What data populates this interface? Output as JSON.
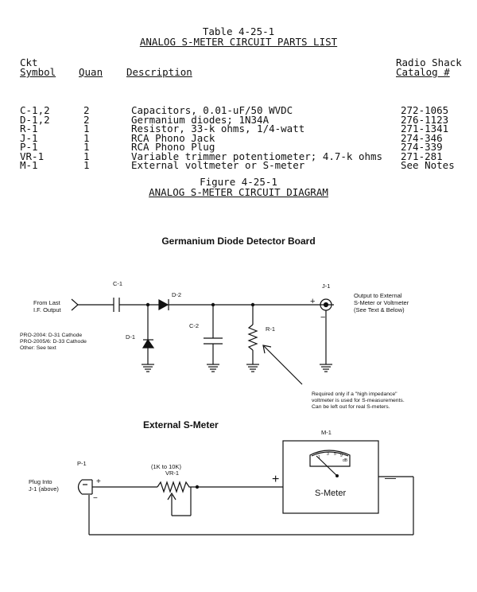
{
  "table": {
    "number": "Table 4-25-1",
    "title": "ANALOG S-METER CIRCUIT PARTS LIST",
    "headers": {
      "ckt_line1": "Ckt",
      "ckt_line2": "Symbol",
      "quan": "Quan",
      "description": "Description",
      "catalog_line1": "Radio Shack",
      "catalog_line2": "Catalog #"
    },
    "rows": [
      {
        "symbol": "C-1,2",
        "quan": "2",
        "description": "Capacitors, 0.01-uF/50 WVDC",
        "catalog": "272-1065"
      },
      {
        "symbol": "D-1,2",
        "quan": "2",
        "description": "Germanium diodes; 1N34A",
        "catalog": "276-1123"
      },
      {
        "symbol": "R-1",
        "quan": "1",
        "description": "Resistor, 33-k ohms, 1/4-watt",
        "catalog": "271-1341"
      },
      {
        "symbol": "J-1",
        "quan": "1",
        "description": "RCA Phono Jack",
        "catalog": "274-346"
      },
      {
        "symbol": "P-1",
        "quan": "1",
        "description": "RCA Phono Plug",
        "catalog": "274-339"
      },
      {
        "symbol": "VR-1",
        "quan": "1",
        "description": "Variable trimmer potentiometer; 4.7-k ohms",
        "catalog": "271-281"
      },
      {
        "symbol": "M-1",
        "quan": "1",
        "description": "External voltmeter or S-meter",
        "catalog": "See Notes"
      }
    ]
  },
  "figure": {
    "number": "Figure 4-25-1",
    "title": "ANALOG S-METER CIRCUIT DIAGRAM"
  },
  "detector": {
    "title": "Germanium Diode Detector Board",
    "labels": {
      "c1": "C-1",
      "d2": "D-2",
      "d1": "D-1",
      "c2": "C-2",
      "r1": "R-1",
      "j1": "J-1",
      "plus": "+",
      "minus": "−",
      "input_line1": "From Last",
      "input_line2": "I.F. Output",
      "pro_line1": "PRO-2004: D-31 Cathode",
      "pro_line2": "PRO-2005/6: D-33 Cathode",
      "pro_line3": "Other: See text",
      "output_line1": "Output to External",
      "output_line2": "S-Meter or Voltmeter",
      "output_line3": "(See Text & Below)",
      "note_line1": "Required only if a \"high impedance\"",
      "note_line2": "voltmeter is used for S-measurements.",
      "note_line3": "Can be left out for real S-meters."
    }
  },
  "smeter": {
    "title": "External S-Meter",
    "labels": {
      "p1": "P-1",
      "plug_line1": "Plug Into",
      "plug_line2": "J-1 (above)",
      "plug_plus": "+",
      "plug_minus": "−",
      "range": "(1K to 10K)",
      "vr1": "VR-1",
      "m1": "M-1",
      "meter_plus": "+",
      "meter_minus": "—",
      "meter_name": "S-Meter",
      "scale_1": "1",
      "scale_3": "3",
      "scale_5": "5",
      "scale_9": "9",
      "scale_db": "dB"
    }
  }
}
